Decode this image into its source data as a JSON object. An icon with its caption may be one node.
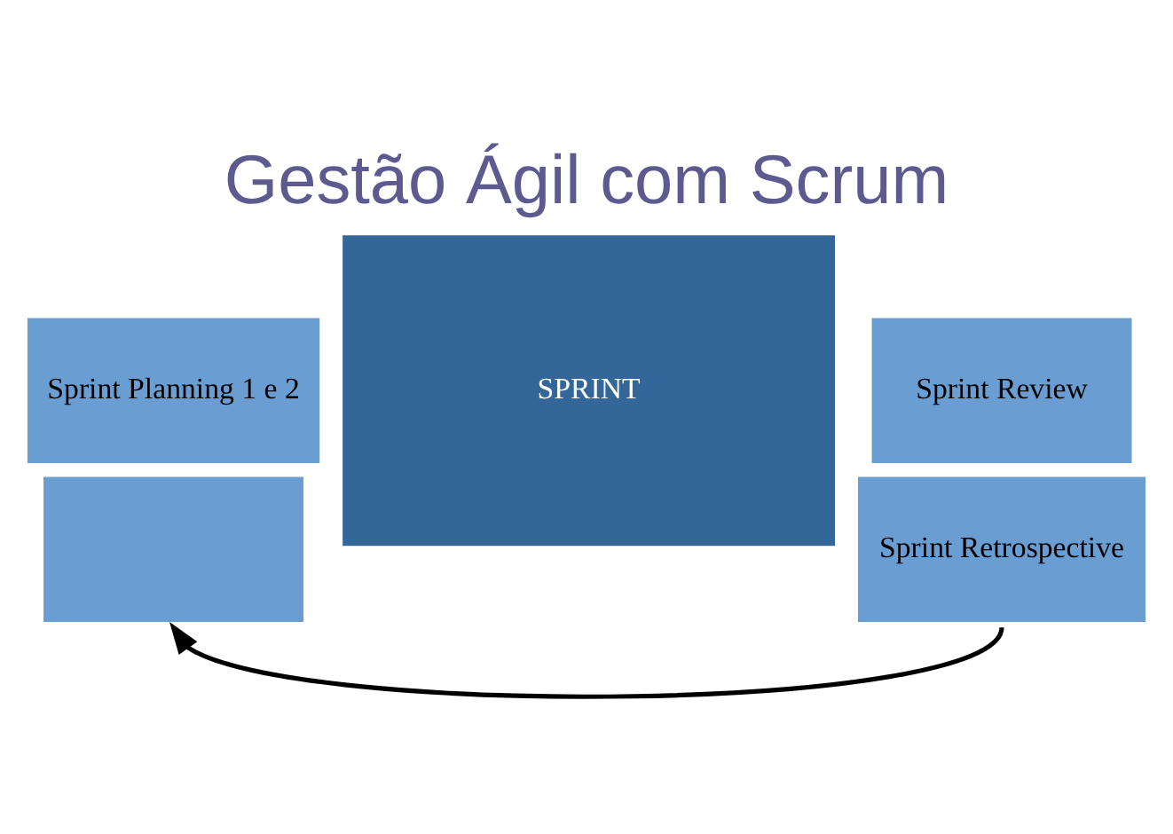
{
  "diagram": {
    "title": "Gestão Ágil com Scrum",
    "nodes": [
      {
        "text": [
          "Sprint Planning 1 e 2"
        ]
      },
      {
        "text": [],
        "shape": "box"
      },
      {
        "text": [
          "SPRINT"
        ]
      },
      {
        "text": [
          "Sprint Review"
        ]
      },
      {
        "text": [
          "Sprint Retrospective"
        ]
      }
    ],
    "edges": [
      {
        "from": 4,
        "to": 1,
        "arrow": "to"
      }
    ]
  }
}
